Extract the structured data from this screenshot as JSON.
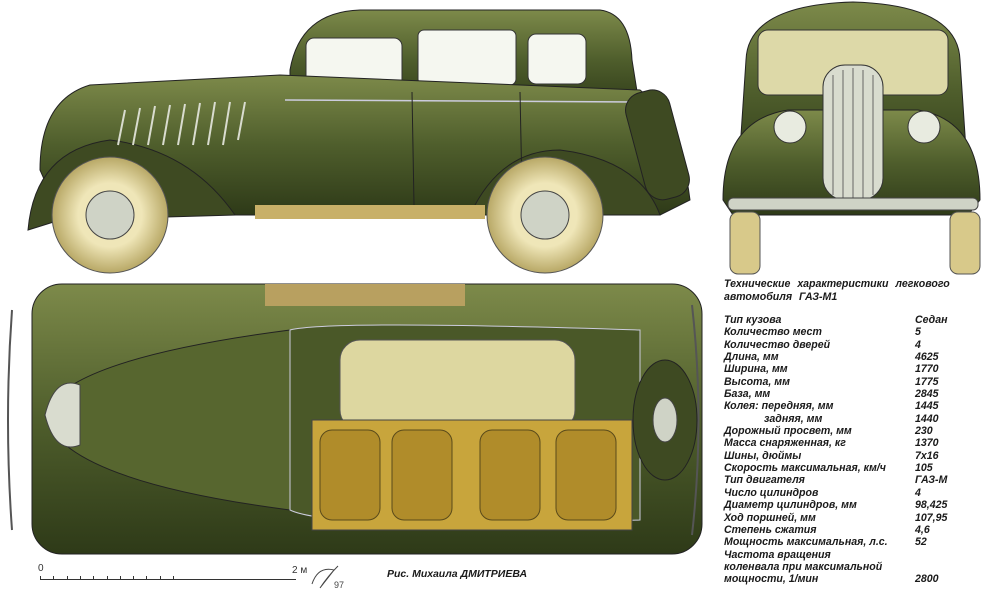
{
  "specs": {
    "title": "Технические характеристики легкового автомобиля ГАЗ-М1",
    "rows": [
      {
        "label": "Тип кузова",
        "value": "Седан"
      },
      {
        "label": "Количество мест",
        "value": "5"
      },
      {
        "label": "Количество дверей",
        "value": "4"
      },
      {
        "label": "Длина, мм",
        "value": "4625"
      },
      {
        "label": "Ширина, мм",
        "value": "1770"
      },
      {
        "label": "Высота, мм",
        "value": "1775"
      },
      {
        "label": "База, мм",
        "value": "2845"
      },
      {
        "label": "Колея: передняя, мм",
        "value": "1445"
      },
      {
        "label": "задняя, мм",
        "value": "1440"
      },
      {
        "label": "Дорожный просвет, мм",
        "value": "230"
      },
      {
        "label": "Масса снаряженная, кг",
        "value": "1370"
      },
      {
        "label": "Шины, дюймы",
        "value": "7x16"
      },
      {
        "label": "Скорость максимальная, км/ч",
        "value": "105"
      },
      {
        "label": "Тип двигателя",
        "value": "ГАЗ-М"
      },
      {
        "label": "Число цилиндров",
        "value": "4"
      },
      {
        "label": "Диаметр цилиндров, мм",
        "value": "98,425"
      },
      {
        "label": "Ход поршней, мм",
        "value": "107,95"
      },
      {
        "label": "Степень сжатия",
        "value": "4,6"
      },
      {
        "label": "Мощность максимальная, л.с.",
        "value": "52"
      },
      {
        "label": "Частота вращения",
        "value": ""
      },
      {
        "label": "коленвала при максимальной",
        "value": ""
      },
      {
        "label": "мощности, 1/мин",
        "value": "2800"
      }
    ]
  },
  "scale": {
    "start": "0",
    "end": "2 м"
  },
  "signature": {
    "text": "97"
  },
  "credit": "Рис. Михаила ДМИТРИЕВА",
  "colors": {
    "body": "#4f5e2c",
    "body_dark": "#2e3a18",
    "tire": "#d8c98a",
    "interior": "#c8a53c",
    "chrome": "#d9dccf"
  }
}
